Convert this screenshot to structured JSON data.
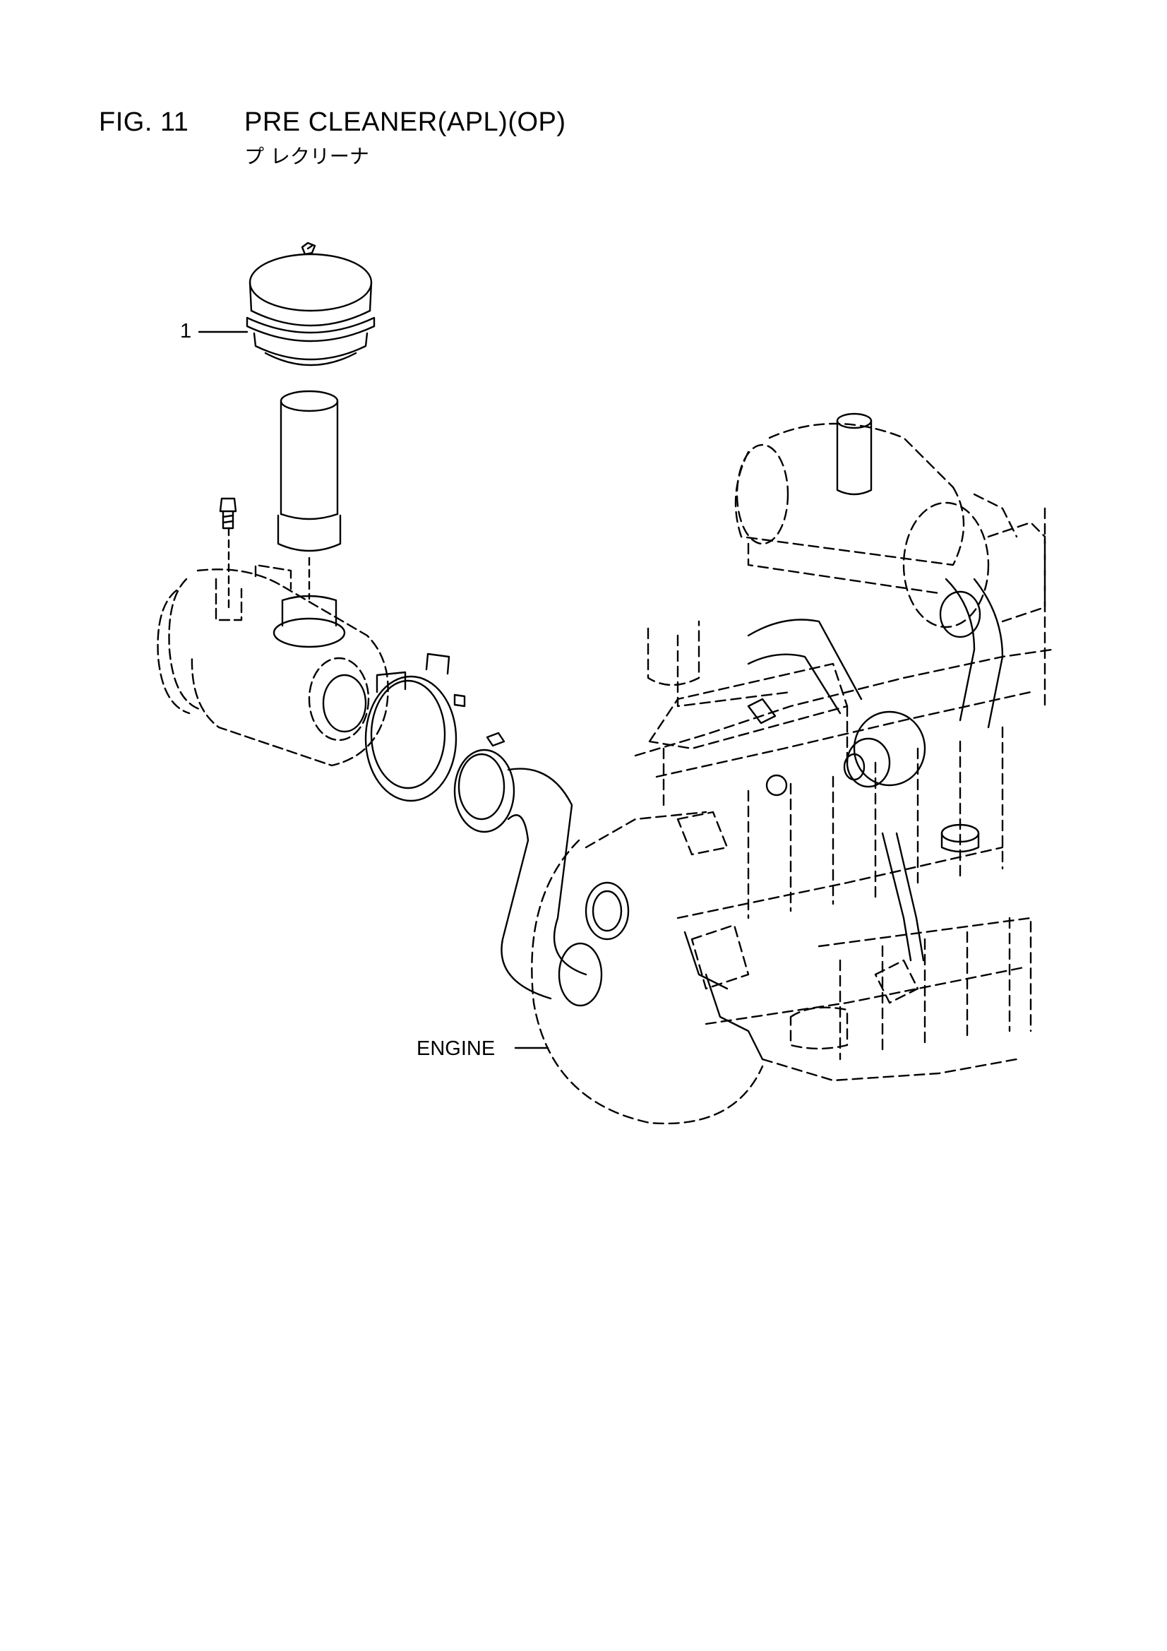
{
  "header": {
    "fig_number": "FIG. 11",
    "title": "PRE CLEANER(APL)(OP)",
    "subtitle_jp": "プ レクリーナ"
  },
  "callouts": {
    "part_1": "1",
    "engine": "ENGINE"
  },
  "colors": {
    "line": "#000000",
    "background": "#ffffff"
  }
}
